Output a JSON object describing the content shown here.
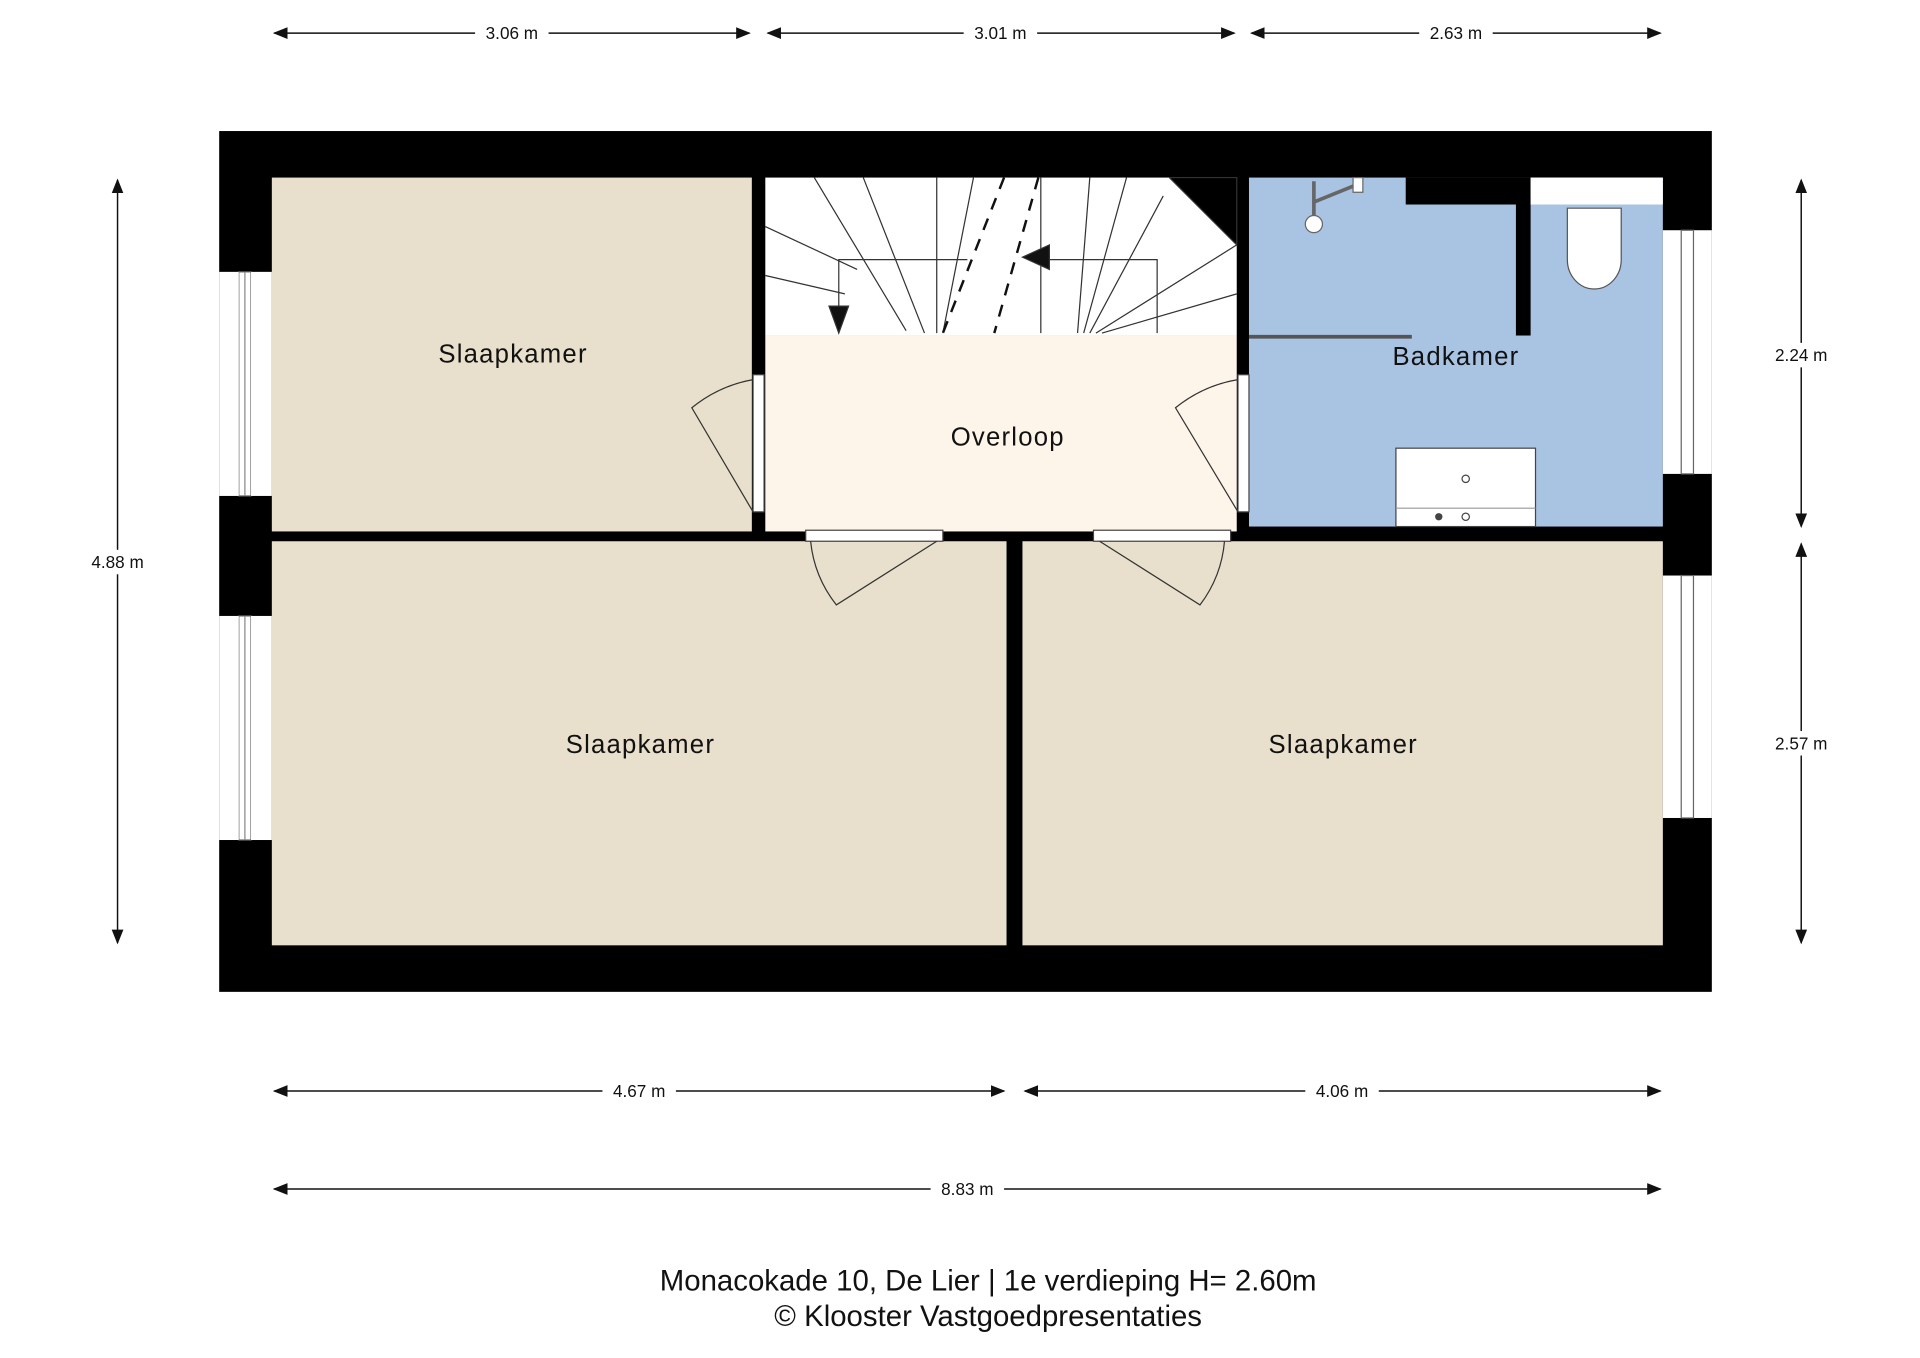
{
  "rooms": {
    "bedroom_top_left": "Slaapkamer",
    "landing": "Overloop",
    "bathroom": "Badkamer",
    "bedroom_bottom_left": "Slaapkamer",
    "bedroom_bottom_right": "Slaapkamer"
  },
  "dimensions": {
    "top": [
      "3.06 m",
      "3.01 m",
      "2.63 m"
    ],
    "left_total": "4.88 m",
    "right": [
      "2.24 m",
      "2.57 m"
    ],
    "bottom": [
      "4.67 m",
      "4.06 m"
    ],
    "bottom_total": "8.83 m"
  },
  "caption": {
    "title": "Monacokade 10, De Lier | 1e verdieping H= 2.60m",
    "copyright": "© Klooster Vastgoedpresentaties"
  },
  "colors": {
    "bedroom": "#e8dfcc",
    "landing": "#fdf5ea",
    "bathroom": "#a9c4e2",
    "wall": "#000000"
  }
}
